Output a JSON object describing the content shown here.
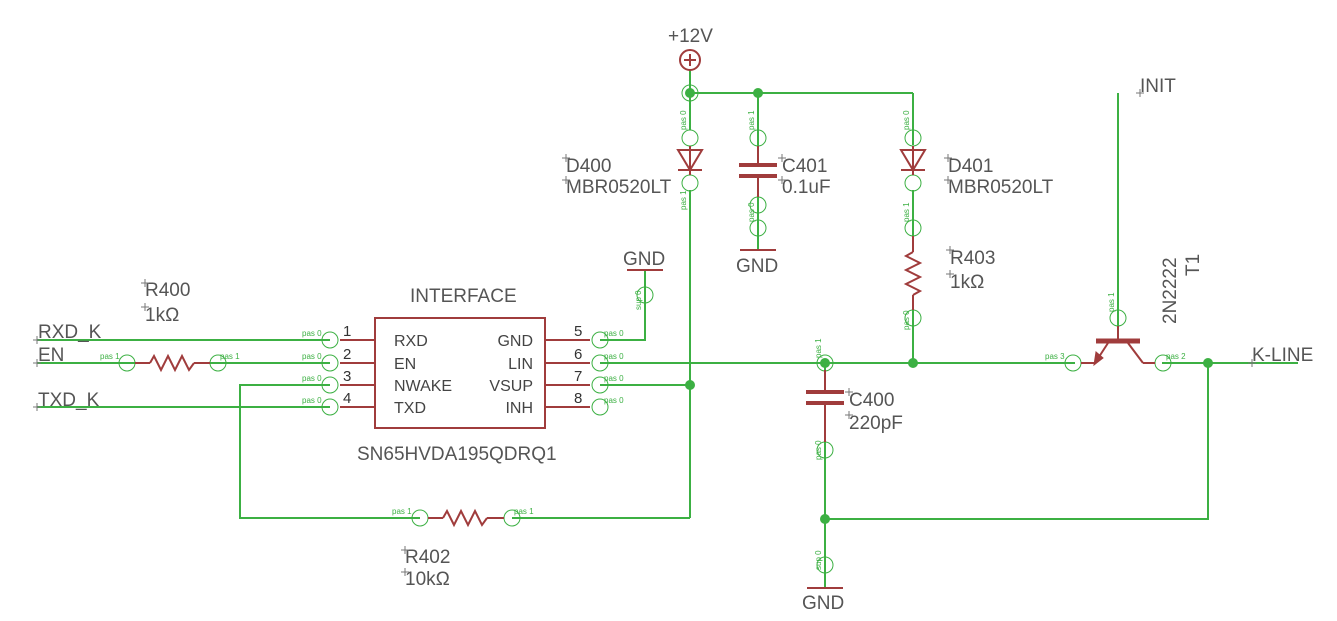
{
  "power": {
    "supply_label": "+12V",
    "gnd_label": "GND"
  },
  "ic": {
    "name": "INTERFACE",
    "part": "SN65HVDA195QDRQ1",
    "left_pins": [
      {
        "num": "1",
        "name": "RXD"
      },
      {
        "num": "2",
        "name": "EN"
      },
      {
        "num": "3",
        "name": "NWAKE"
      },
      {
        "num": "4",
        "name": "TXD"
      }
    ],
    "right_pins": [
      {
        "num": "5",
        "name": "GND"
      },
      {
        "num": "6",
        "name": "LIN"
      },
      {
        "num": "7",
        "name": "VSUP"
      },
      {
        "num": "8",
        "name": "INH"
      }
    ]
  },
  "nets": {
    "rxd": "RXD_K",
    "en": "EN",
    "txd": "TXD_K",
    "kline": "K-LINE",
    "init": "INIT"
  },
  "components": {
    "r400": {
      "ref": "R400",
      "value": "1kΩ"
    },
    "r402": {
      "ref": "R402",
      "value": "10kΩ"
    },
    "r403": {
      "ref": "R403",
      "value": "1kΩ"
    },
    "d400": {
      "ref": "D400",
      "value": "MBR0520LT"
    },
    "d401": {
      "ref": "D401",
      "value": "MBR0520LT"
    },
    "c400": {
      "ref": "C400",
      "value": "220pF"
    },
    "c401": {
      "ref": "C401",
      "value": "0.1uF"
    },
    "t1": {
      "ref": "T1",
      "value": "2N2222"
    }
  },
  "pin_tags": {
    "pas0": "pas 0",
    "pas1": "pas 1",
    "pas2": "pas 2",
    "pas3": "pas 3",
    "sup0": "sup 0"
  }
}
